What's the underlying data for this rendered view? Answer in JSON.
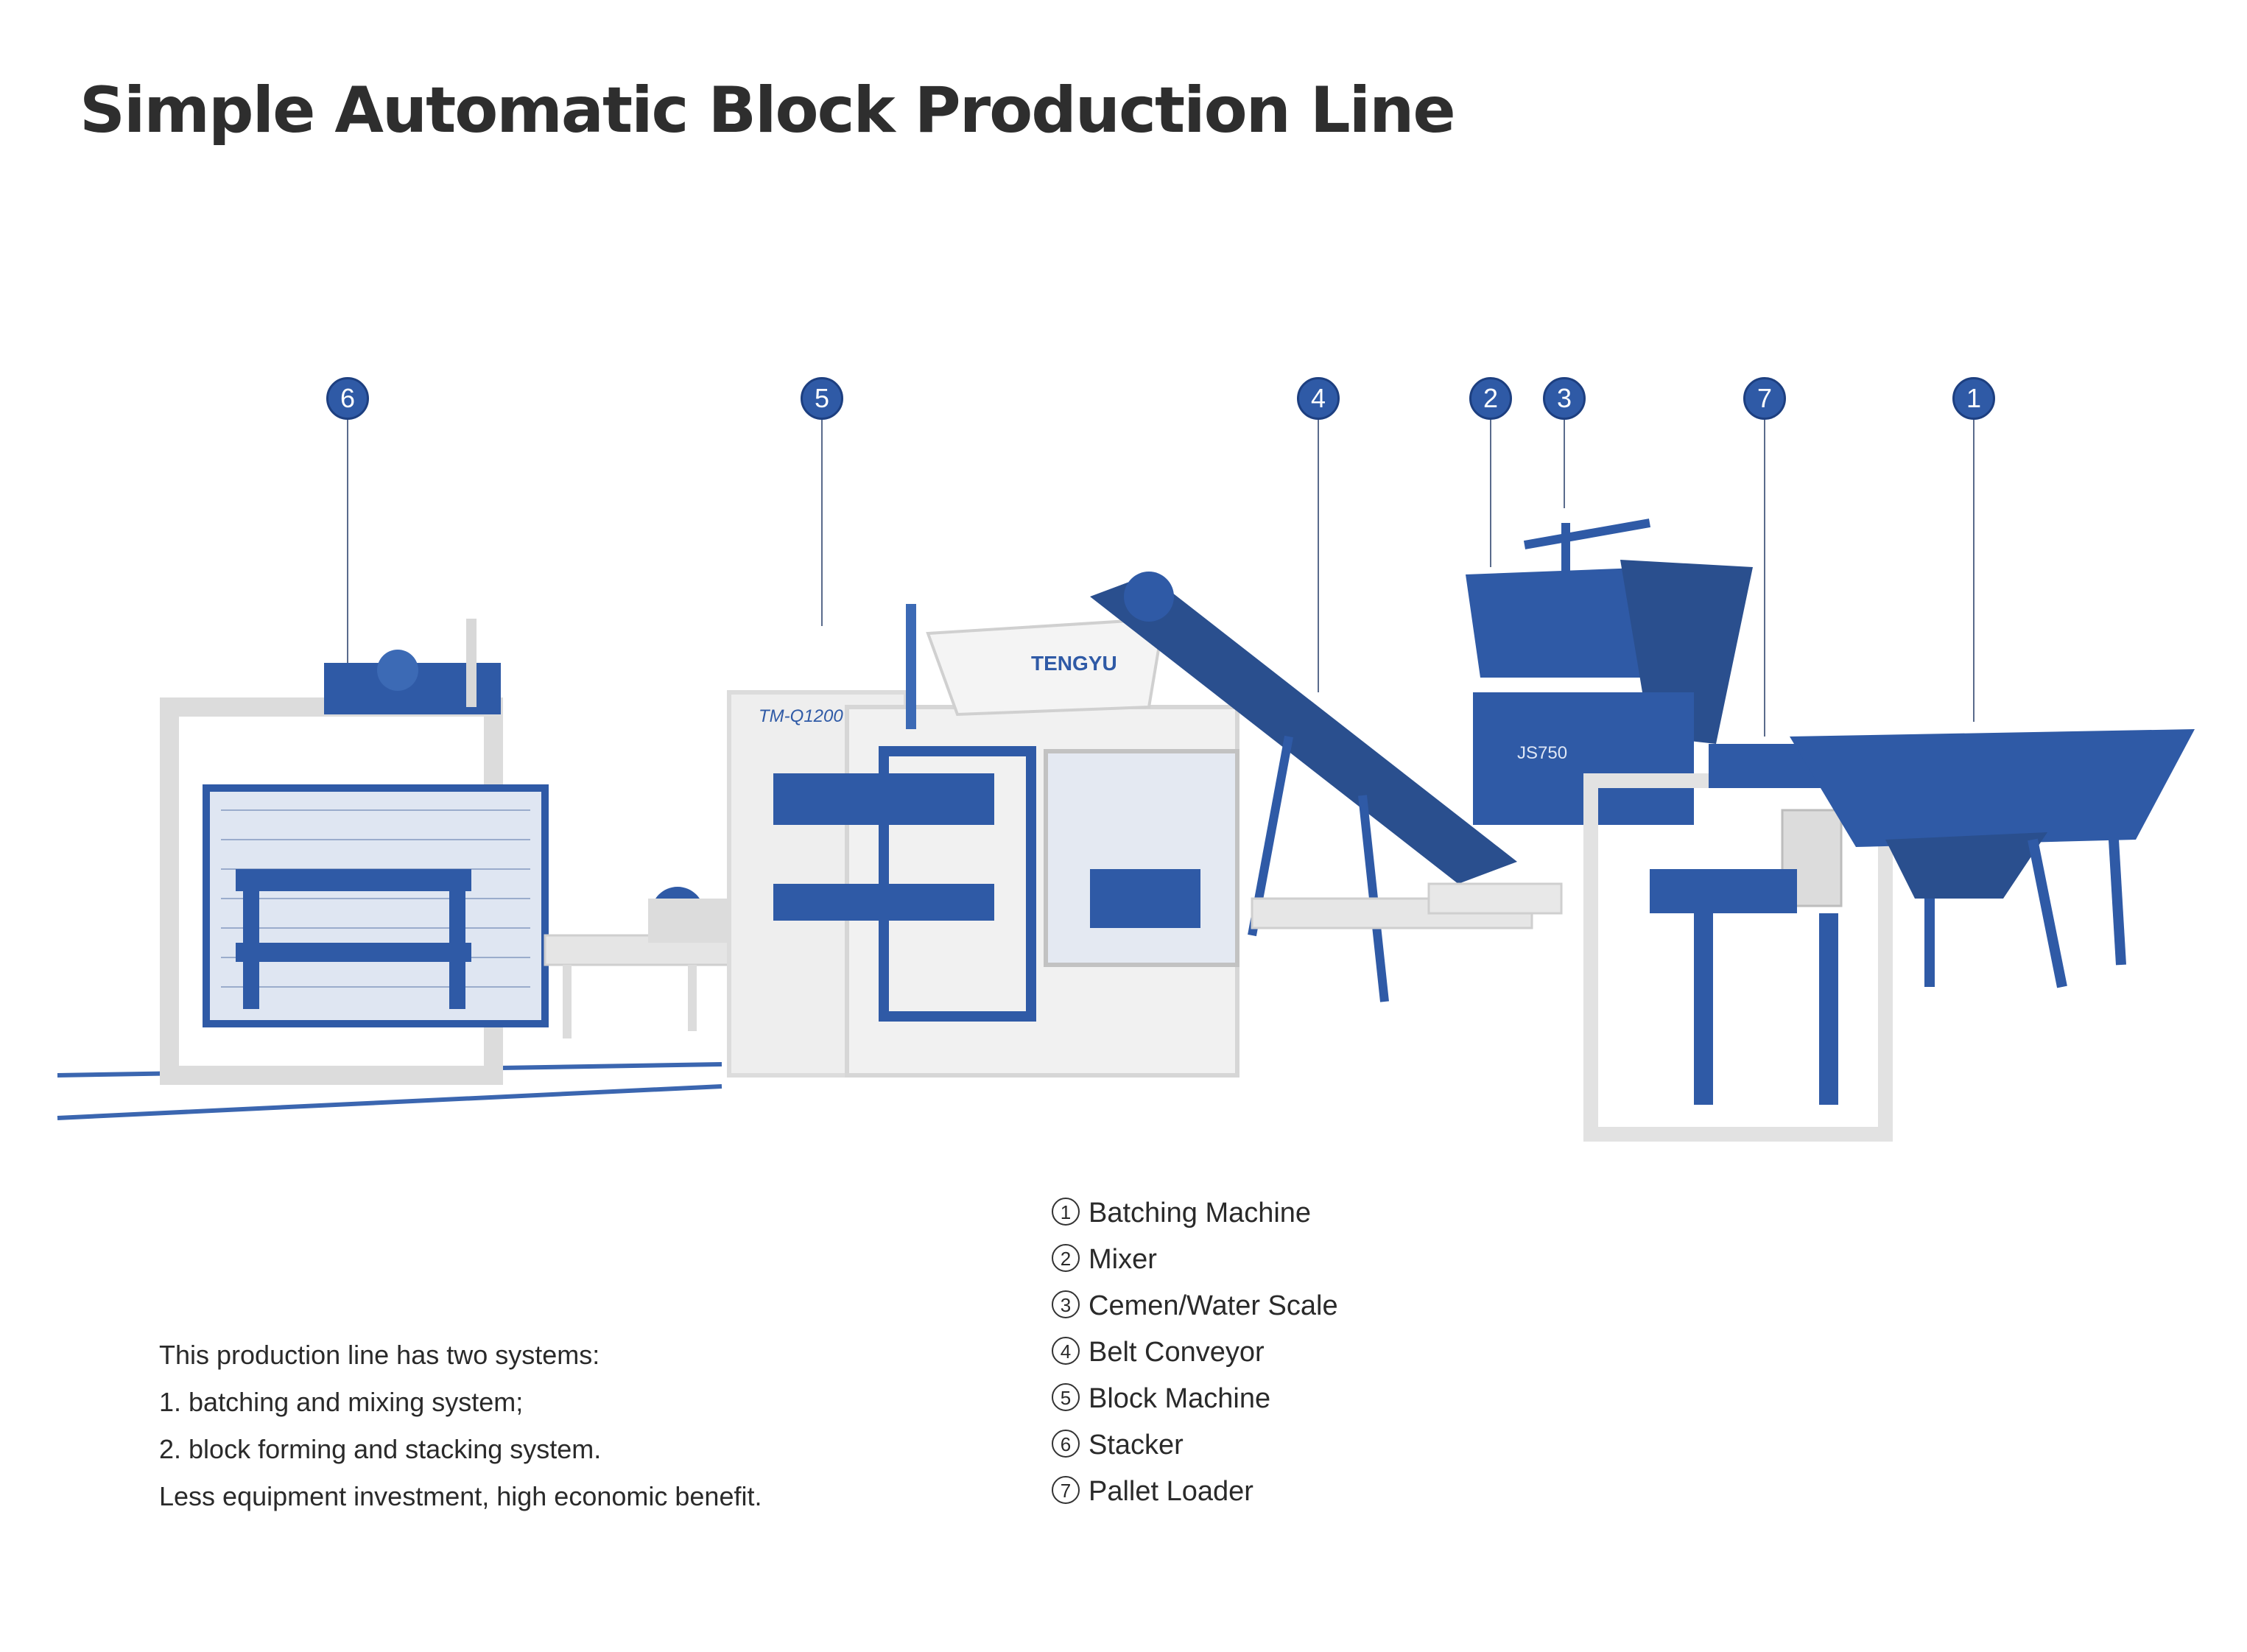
{
  "title": "Simple Automatic Block Production Line",
  "machine_brand": "TENGYU",
  "machine_model": "TM-Q1200",
  "mixer_label": "JS750",
  "callouts": [
    "6",
    "5",
    "4",
    "2",
    "3",
    "7",
    "1"
  ],
  "description": [
    "This production line has two systems:",
    "1. batching and mixing system;",
    "2. block forming and stacking system.",
    "Less equipment investment, high economic benefit."
  ],
  "legend": [
    {
      "num": "1",
      "label": "Batching Machine"
    },
    {
      "num": "2",
      "label": "Mixer"
    },
    {
      "num": "3",
      "label": "Cemen/Water Scale"
    },
    {
      "num": "4",
      "label": "Belt Conveyor"
    },
    {
      "num": "5",
      "label": "Block Machine"
    },
    {
      "num": "6",
      "label": "Stacker"
    },
    {
      "num": "7",
      "label": "Pallet Loader"
    }
  ],
  "colors": {
    "machine_blue": "#2f5aa6",
    "frame_white": "#eeeeee",
    "callout_blue": "#2f5aa6"
  }
}
